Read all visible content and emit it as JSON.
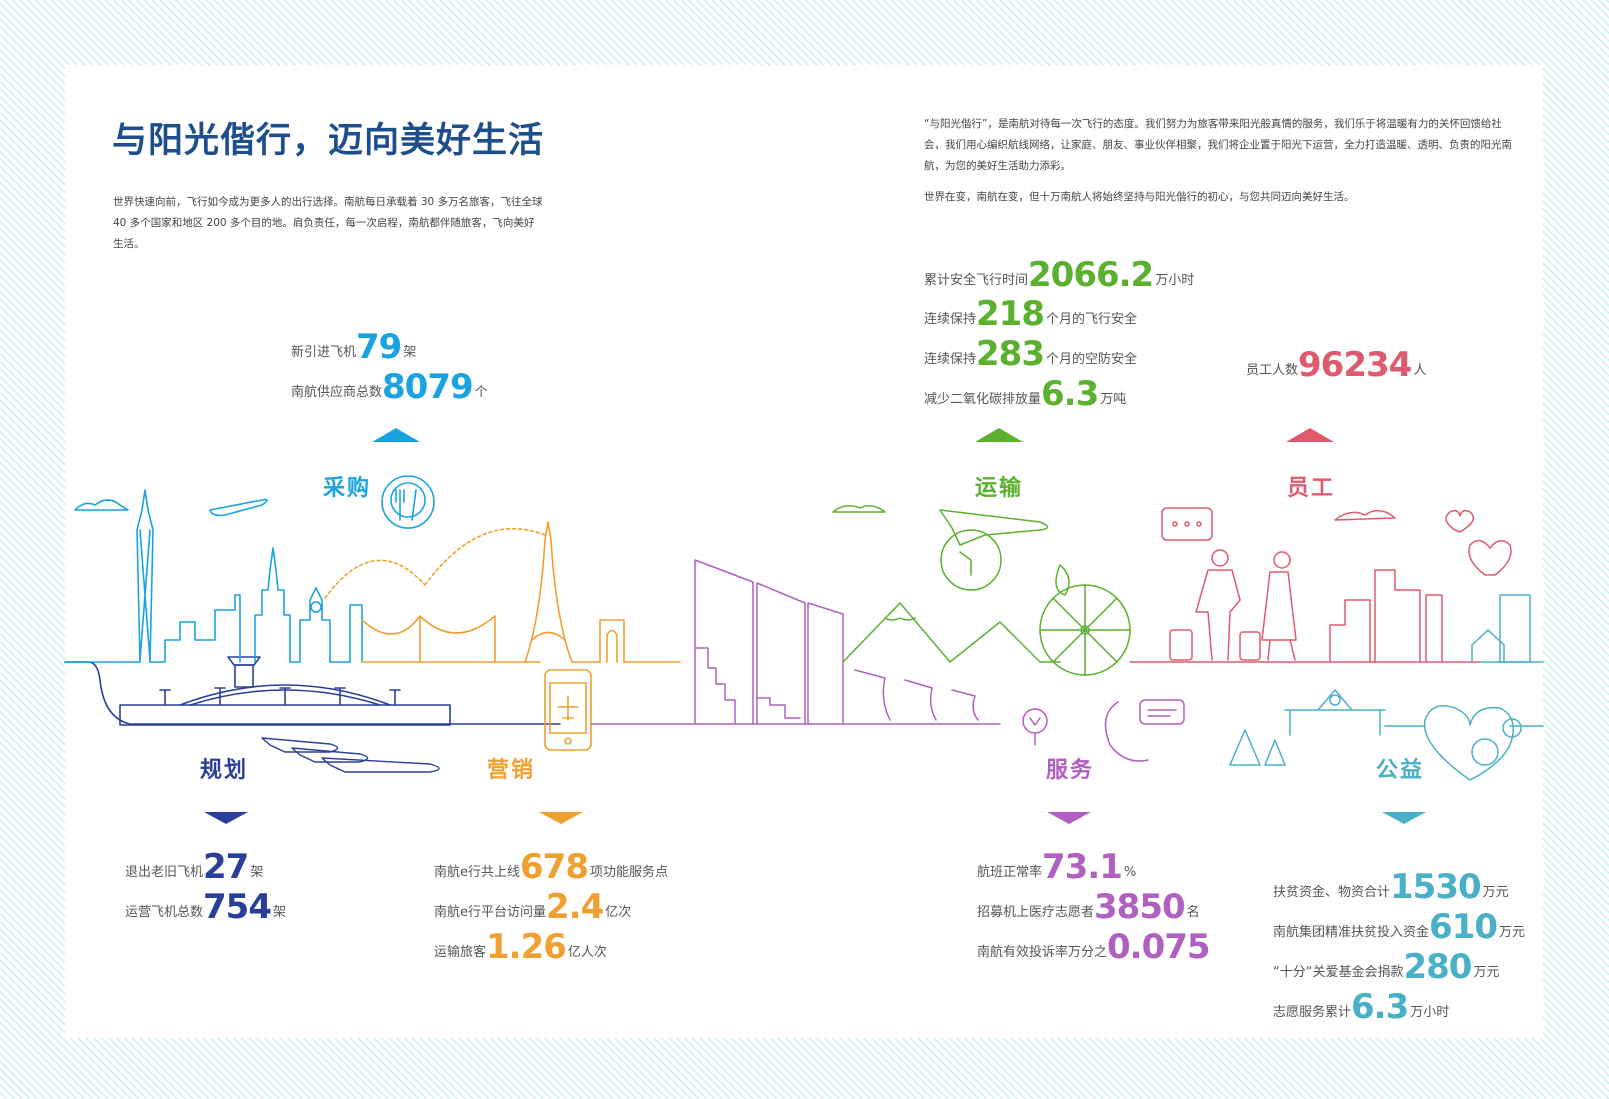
{
  "colors": {
    "title": "#1f4e8c",
    "planning": "#2a3f9a",
    "procurement": "#1aa3e0",
    "marketing": "#f0a030",
    "services": "#b060c0",
    "transport": "#5cb030",
    "staff": "#e05a6e",
    "charity": "#4ab0c8",
    "body_text": "#444444",
    "background_stripe": "#cfeef0"
  },
  "header": {
    "title": "与阳光偕行，迈向美好生活",
    "intro": "世界快速向前，飞行如今成为更多人的出行选择。南航每日承载着 30 多万名旅客，飞往全球 40 多个国家和地区 200 多个目的地。肩负责任，每一次启程，南航都伴随旅客，飞向美好生活。",
    "statement_1": "“与阳光偕行”，是南航对待每一次飞行的态度。我们努力为旅客带来阳光般真情的服务，我们乐于将温暖有力的关怀回馈给社会，我们用心编织航线网络，让家庭、朋友、事业伙伴相聚，我们将企业置于阳光下运营，全力打造温暖、透明、负责的阳光南航，为您的美好生活助力添彩。",
    "statement_2": "世界在变，南航在变，但十万南航人将始终坚持与阳光偕行的初心，与您共同迈向美好生活。"
  },
  "categories": {
    "procurement": {
      "label": "采购",
      "icon": "plate-fork-knife-icon",
      "stats": [
        {
          "prefix": "新引进飞机",
          "value": "79",
          "unit": "架"
        },
        {
          "prefix": "南航供应商总数",
          "value": "8079",
          "unit": "个"
        }
      ]
    },
    "transport": {
      "label": "运输",
      "icon": "plane-clock-icon",
      "stats": [
        {
          "prefix": "累计安全飞行时间",
          "value": "2066.2",
          "unit": "万小时"
        },
        {
          "prefix": "连续保持",
          "value": "218",
          "unit": "个月的飞行安全"
        },
        {
          "prefix": "连续保持",
          "value": "283",
          "unit": "个月的空防安全"
        },
        {
          "prefix": "减少二氧化碳排放量",
          "value": "6.3",
          "unit": "万吨"
        }
      ]
    },
    "staff": {
      "label": "员工",
      "icon": "travelers-icon",
      "stats": [
        {
          "prefix": "员工人数",
          "value": "96234",
          "unit": "人"
        }
      ]
    },
    "planning": {
      "label": "规划",
      "icon": "airport-terminal-icon",
      "stats": [
        {
          "prefix": "退出老旧飞机",
          "value": "27",
          "unit": "架"
        },
        {
          "prefix": "运营飞机总数",
          "value": "754",
          "unit": "架"
        }
      ]
    },
    "marketing": {
      "label": "营销",
      "icon": "smartphone-plane-icon",
      "stats": [
        {
          "prefix": "南航e行共上线",
          "value": "678",
          "unit": "项功能服务点"
        },
        {
          "prefix": "南航e行平台访问量",
          "value": "2.4",
          "unit": "亿次"
        },
        {
          "prefix": "运输旅客",
          "value": "1.26",
          "unit": "亿人次"
        }
      ]
    },
    "services": {
      "label": "服务",
      "icon": "phone-chat-icon",
      "stats": [
        {
          "prefix": "航班正常率",
          "value": "73.1",
          "unit": "%"
        },
        {
          "prefix": "招募机上医疗志愿者",
          "value": "3850",
          "unit": "名"
        },
        {
          "prefix": "南航有效投诉率万分之",
          "value": "0.075",
          "unit": ""
        }
      ]
    },
    "charity": {
      "label": "公益",
      "icon": "heart-coin-icon",
      "stats": [
        {
          "prefix": "扶贫资金、物资合计",
          "value": "1530",
          "unit": "万元"
        },
        {
          "prefix": "南航集团精准扶贫投入资金",
          "value": "610",
          "unit": "万元"
        },
        {
          "prefix": "“十分“关爱基金会捐款",
          "value": "280",
          "unit": "万元"
        },
        {
          "prefix": "志愿服务累计",
          "value": "6.3",
          "unit": "万小时"
        }
      ]
    }
  }
}
